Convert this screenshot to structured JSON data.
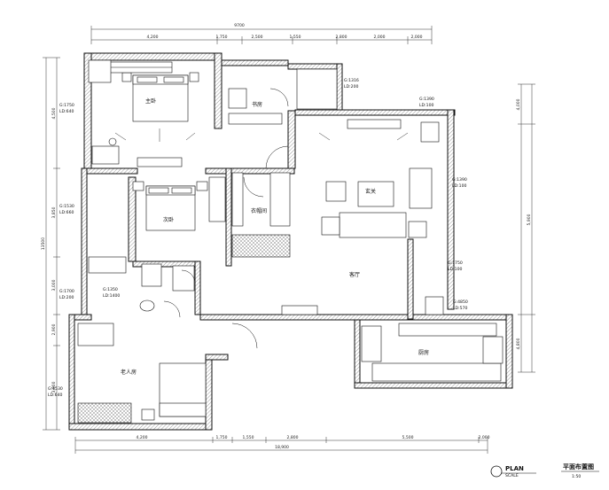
{
  "title_block": {
    "plan_word": "PLAN",
    "scale_word": "SCALE",
    "drawing_title": "平面布置图",
    "scale_value": "1:50"
  },
  "rooms": {
    "master_bedroom": "主卧",
    "second_bedroom": "次卧",
    "elder_bedroom": "老人房",
    "study": "书房",
    "living_room": "客厅",
    "kitchen": "厨房",
    "entry": "玄关",
    "wardrobe": "衣帽间"
  },
  "window_notes": {
    "master_north": [
      "G:1316",
      "LD:200"
    ],
    "living_top": [
      "G:1390",
      "LD:100"
    ],
    "master_west": [
      "G:1750",
      "LD:640"
    ],
    "living_east": [
      "G:1390",
      "LD:100"
    ],
    "second_west": [
      "G:1530",
      "LD:660"
    ],
    "living_east_low": [
      "G:1750",
      "LD:100"
    ],
    "bath_west": [
      "G:1700",
      "LD:200"
    ],
    "bath_inner": [
      "G:1350",
      "LD:1400"
    ],
    "kitchen_north": [
      "G:4850",
      "LD:570"
    ],
    "elder_west": [
      "G:1530",
      "LD:640"
    ]
  },
  "dimensions": {
    "top_total": "9700",
    "top_segments": [
      "4,200",
      "1,750",
      "2,500",
      "1,550",
      "2,800",
      "2,000",
      "2,000"
    ],
    "bottom_segments": [
      "4,200",
      "1,750",
      "1,550",
      "2,800",
      "5,500",
      "2,000"
    ],
    "bottom_total": "18,900",
    "left_total": "13500",
    "left_segments": [
      "4,500",
      "3,850",
      "3,000",
      "2,900",
      "3,800"
    ],
    "right_segments": [
      "4,000",
      "5,900",
      "4,800"
    ]
  },
  "colors": {
    "wall": "#111111",
    "hatch": "#c4c4c4",
    "door_fill": "#ffffff",
    "line": "#1a1a1a"
  }
}
